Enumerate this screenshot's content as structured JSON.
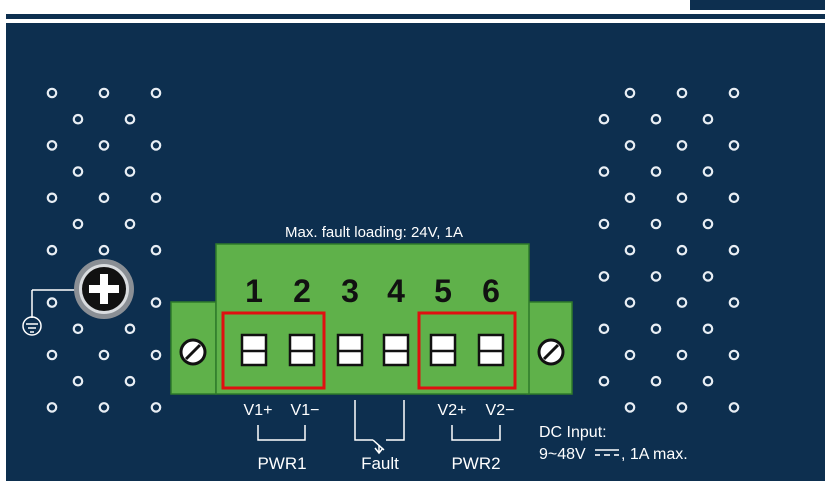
{
  "colors": {
    "panel": "#0d2f4f",
    "panel_edge": "#0a2540",
    "hole": "#e8eef4",
    "block": "#5fb14a",
    "block_dark": "#2f7a2a",
    "outline": "#e01010",
    "text": "#ffffff"
  },
  "header": {
    "fault_loading": "Max. fault loading: 24V, 1A"
  },
  "terminals": {
    "pins": [
      {
        "number": "1"
      },
      {
        "number": "2"
      },
      {
        "number": "3"
      },
      {
        "number": "4"
      },
      {
        "number": "5"
      },
      {
        "number": "6"
      }
    ]
  },
  "labels": {
    "v1_plus": "V1+",
    "v1_minus": "V1−",
    "v2_plus": "V2+",
    "v2_minus": "V2−",
    "pwr1": "PWR1",
    "fault": "Fault",
    "pwr2": "PWR2"
  },
  "dc_input": {
    "title": "DC Input:",
    "range_prefix": "9~48V",
    "range_suffix": ", 1A max."
  },
  "icons": {
    "ground": "ground-icon",
    "screw": "screw-icon",
    "grounding_screw": "grounding-screw-icon",
    "dc_symbol": "dc-symbol-icon"
  }
}
